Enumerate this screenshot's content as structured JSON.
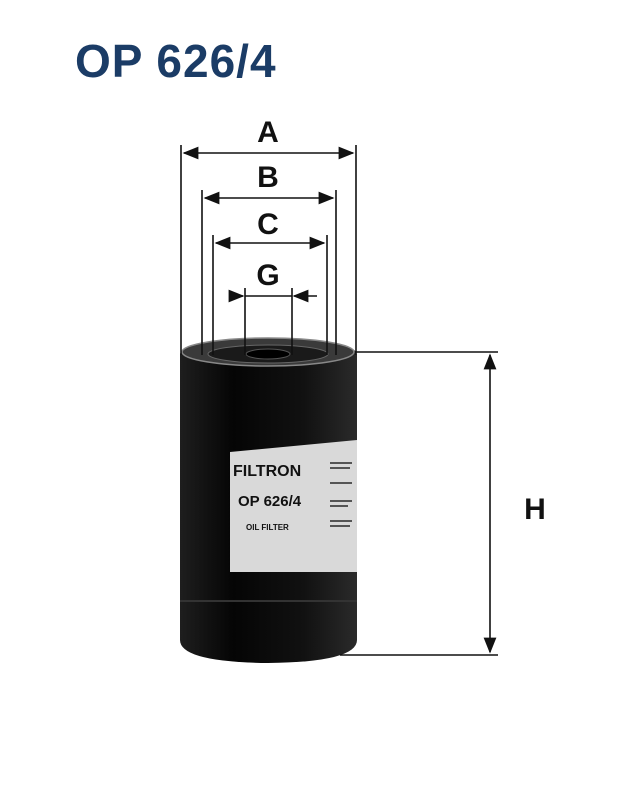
{
  "title": "OP 626/4",
  "dimensions": {
    "a": "A",
    "b": "B",
    "c": "C",
    "g": "G",
    "h": "H"
  },
  "label": {
    "brand": "FILTRON",
    "part_number": "OP 626/4",
    "type": "OIL FILTER"
  },
  "colors": {
    "title": "#1b3c66",
    "body": "#0c0c0c",
    "label": "#d8d8d8"
  }
}
